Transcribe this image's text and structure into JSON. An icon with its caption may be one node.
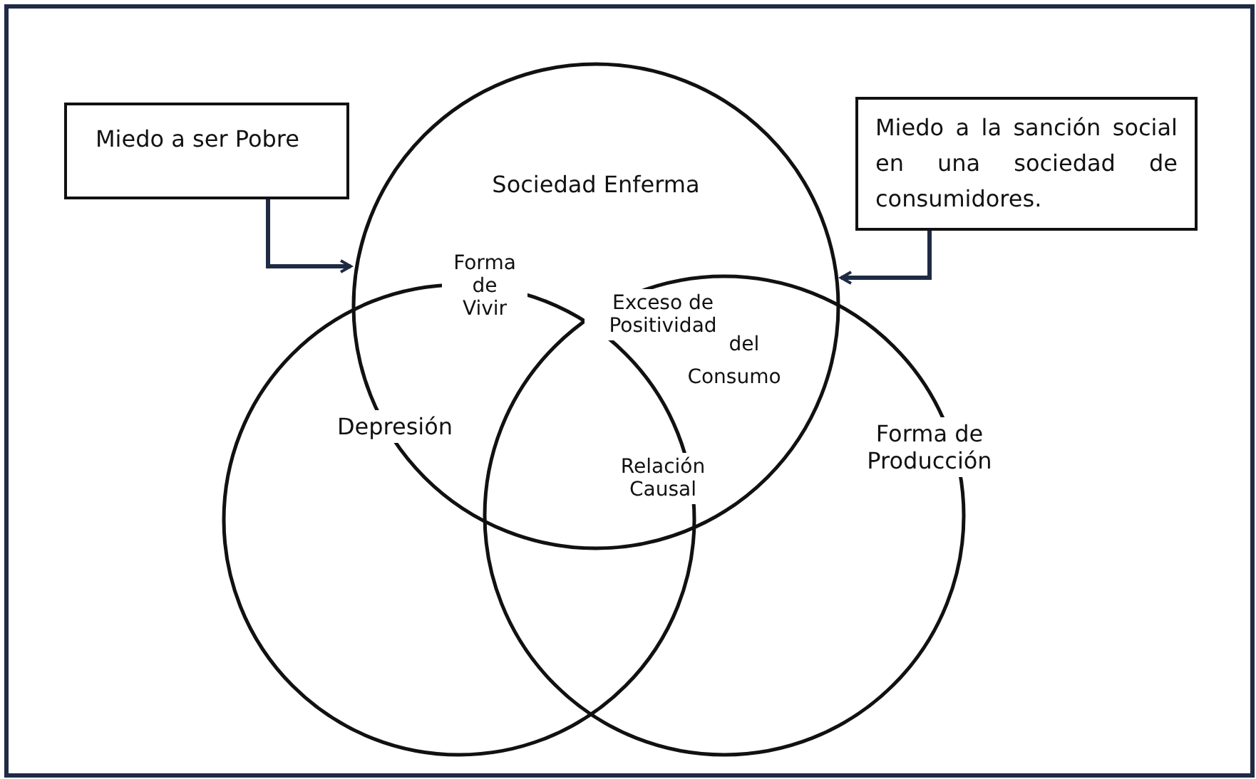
{
  "diagram": {
    "nodes": [
      {
        "text": [
          "Miedo a ser Pobre"
        ]
      },
      {
        "text": [
          "Miedo a la sanción social en una sociedad de consumidores."
        ]
      },
      {
        "text": [
          "Sociedad Enferma"
        ]
      },
      {
        "text": [
          "Depresión"
        ]
      },
      {
        "text": [
          "Forma de Producción"
        ]
      }
    ],
    "edges": [
      {
        "from": 0,
        "to": 2,
        "arrow": "to"
      },
      {
        "from": 1,
        "to": 2,
        "arrow": "to"
      }
    ],
    "labels": [
      "Forma de Vivir",
      "Exceso de Positividad",
      "del",
      "Consumo",
      "Relación Causal"
    ]
  }
}
